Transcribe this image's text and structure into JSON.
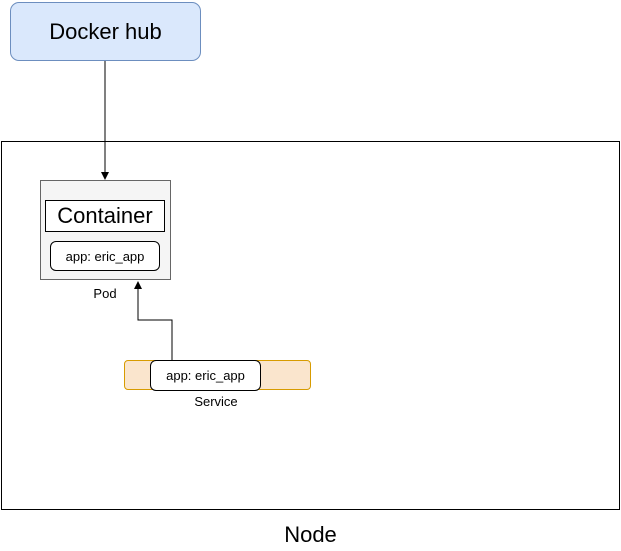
{
  "diagram": {
    "registry": {
      "label": "Docker hub"
    },
    "node": {
      "label": "Node"
    },
    "pod": {
      "label": "Pod",
      "container_label": "Container",
      "selector_label": "app: eric_app"
    },
    "service": {
      "label": "Service",
      "selector_label": "app: eric_app"
    },
    "colors": {
      "registry_fill": "#dae8fc",
      "registry_stroke": "#6c8ebf",
      "pod_fill": "#f5f5f5",
      "pod_stroke": "#666666",
      "service_fill": "#fae5cd",
      "service_stroke": "#d79b00"
    }
  }
}
